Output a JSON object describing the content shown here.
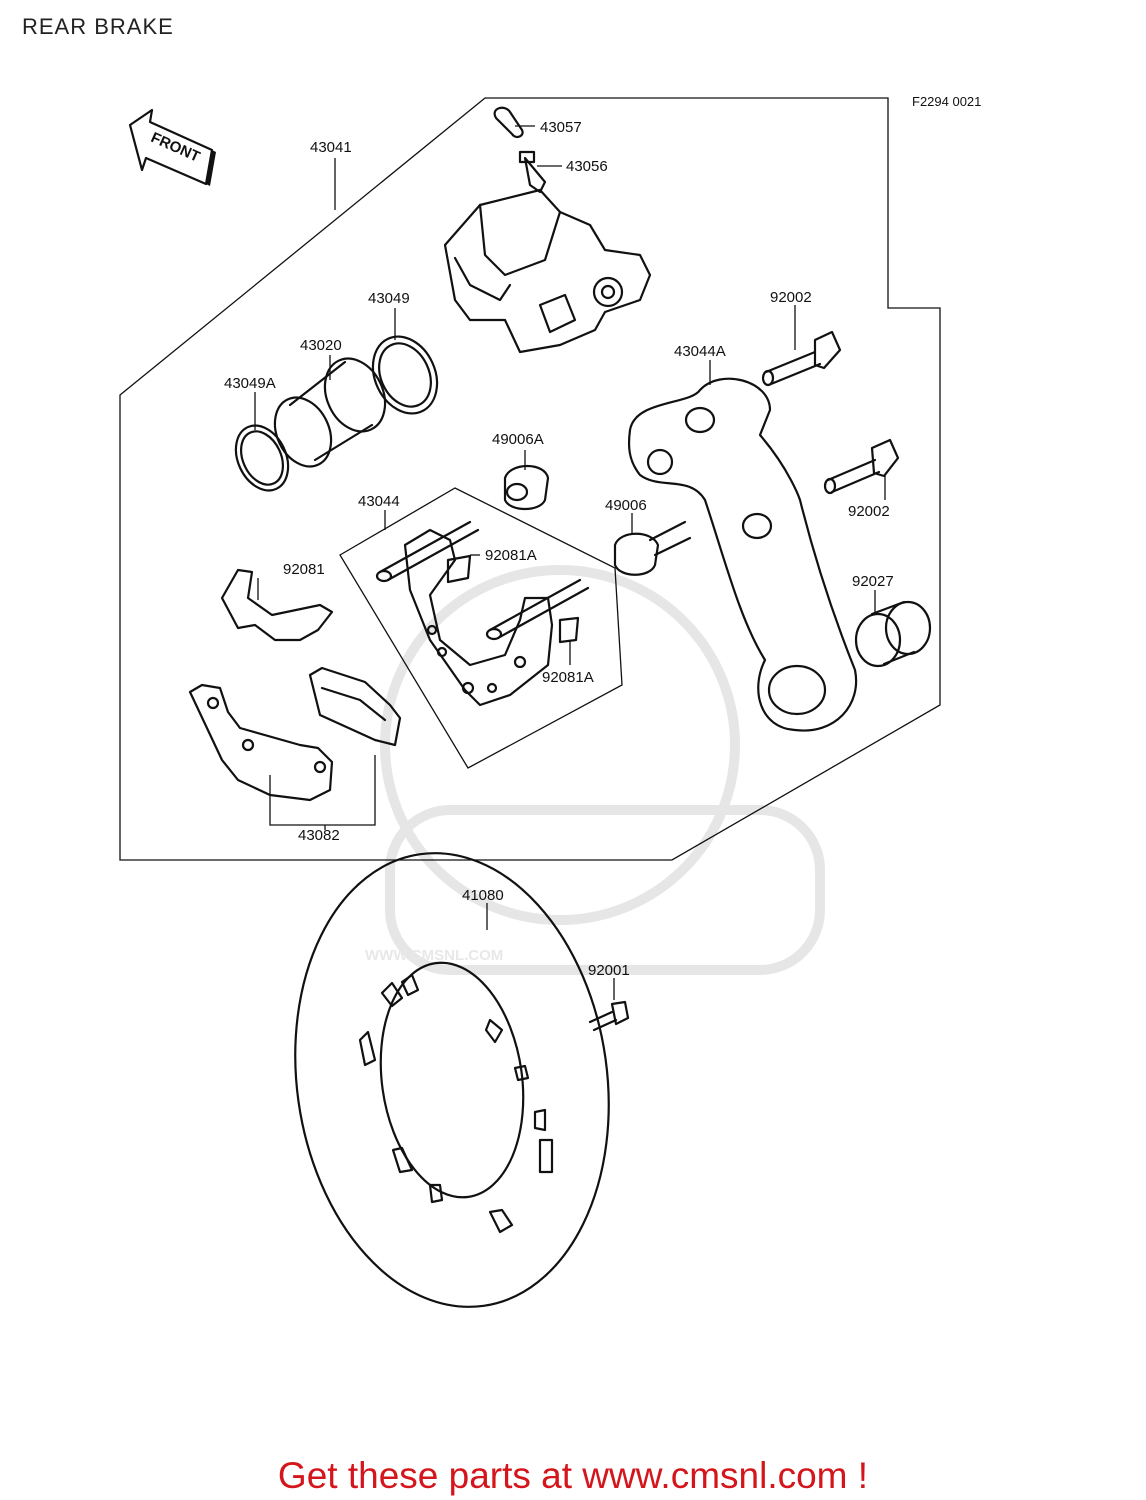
{
  "title": "REAR BRAKE",
  "figure_code": "F2294 0021",
  "front_label": "FRONT",
  "watermark": {
    "logo": "CMS",
    "url": "WWW.CMSNL.COM"
  },
  "parts": {
    "p43057": "43057",
    "p43056": "43056",
    "p43041": "43041",
    "p43049": "43049",
    "p43020": "43020",
    "p43049A": "43049A",
    "p92002a": "92002",
    "p43044A": "43044A",
    "p49006A": "49006A",
    "p43044": "43044",
    "p92081A_top": "92081A",
    "p49006": "49006",
    "p92002b": "92002",
    "p92081": "92081",
    "p92027": "92027",
    "p92081A_bottom": "92081A",
    "p43082": "43082",
    "p41080": "41080",
    "p92001": "92001"
  },
  "footer": {
    "text": "Get these parts at www.cmsnl.com !",
    "color": "#d4161c"
  }
}
